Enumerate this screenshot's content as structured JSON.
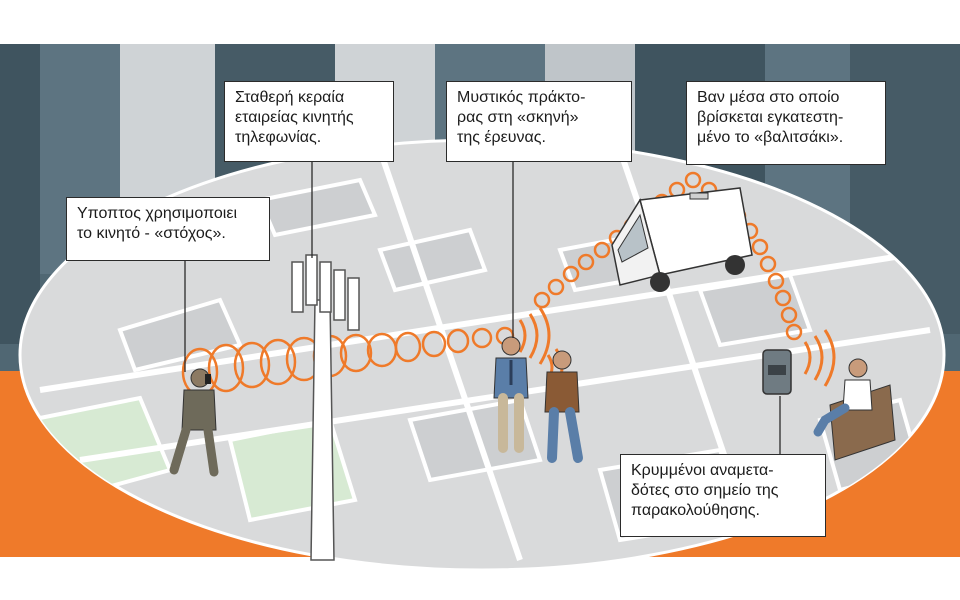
{
  "colors": {
    "accent": "#ef7a2a",
    "buildings": "#4f6470",
    "ground": "#d9dadb",
    "park": "#d7ead3"
  },
  "labels": {
    "suspect": [
      "Υποπτος χρησιμοποιει",
      "το κινητό - «στόχος»."
    ],
    "antenna": [
      "Σταθερή κεραία",
      "εταιρείας κινητής",
      "τηλεφωνίας."
    ],
    "agent": [
      "Μυστικός πράκτο-",
      "ρας στη «σκηνή»",
      "της έρευνας."
    ],
    "van": [
      "Βαν μέσα στο οποίο",
      "βρίσκεται εγκατεστη-",
      "μένο το «βαλιτσάκι»."
    ],
    "relays": [
      "Κρυμμένοι αναμετα-",
      "δότες στο σημείο της",
      "παρακολούθησης."
    ]
  },
  "icons": [
    "cell-tower-icon",
    "van-icon",
    "hidden-relay-icon",
    "signal-waves-icon"
  ]
}
